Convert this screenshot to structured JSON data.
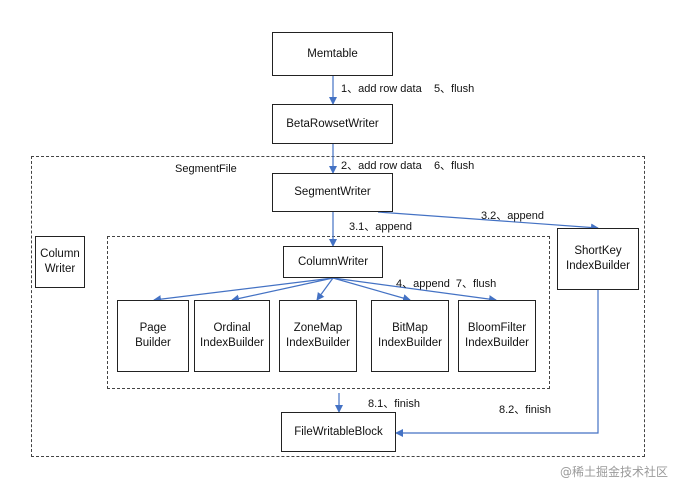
{
  "diagram": {
    "nodes": {
      "memtable": "Memtable",
      "beta_rowset_writer": "BetaRowsetWriter",
      "segment_writer": "SegmentWriter",
      "column_writer_outer": "Column\nWriter",
      "column_writer": "ColumnWriter",
      "shortkey_index_builder": "ShortKey\nIndexBuilder",
      "page_builder": "Page\nBuilder",
      "ordinal_index_builder": "Ordinal\nIndexBuilder",
      "zonemap_index_builder": "ZoneMap\nIndexBuilder",
      "bitmap_index_builder": "BitMap\nIndexBuilder",
      "bloomfilter_index_builder": "BloomFilter\nIndexBuilder",
      "file_writable_block": "FileWritableBlock"
    },
    "groups": {
      "segment_file": "SegmentFile"
    },
    "edge_labels": {
      "memtable_to_beta": "1、add row data    5、flush",
      "beta_to_segment": "2、add row data    6、flush",
      "segment_to_column": "3.1、append",
      "segment_to_shortkey": "3.2、append",
      "column_to_builders": "4、append  7、flush",
      "to_file_block_left": "8.1、finish",
      "to_file_block_right": "8.2、finish"
    },
    "colors": {
      "arrow": "#4472c4",
      "border": "#222222"
    }
  },
  "watermark": "@稀土掘金技术社区"
}
